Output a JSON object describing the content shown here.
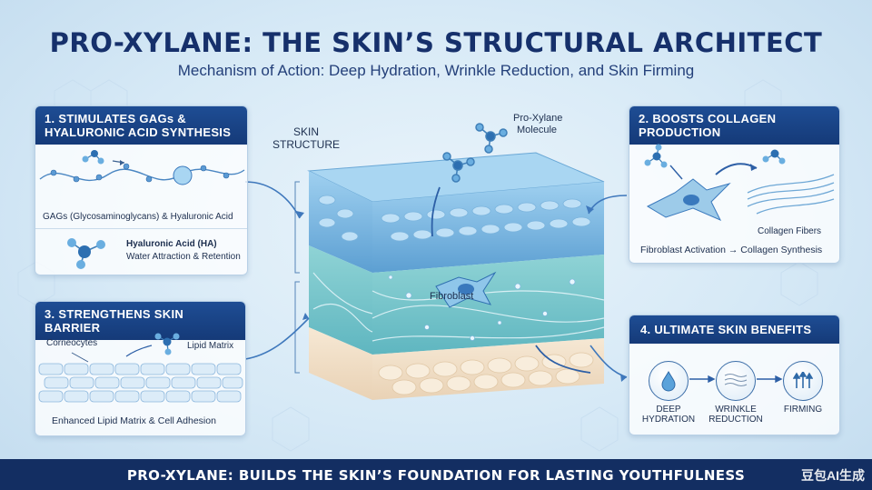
{
  "header": {
    "title": "PRO-XYLANE: THE SKIN’S STRUCTURAL ARCHITECT",
    "subtitle": "Mechanism of Action: Deep Hydration, Wrinkle Reduction, and Skin Firming"
  },
  "panel1": {
    "title_line1": "1. STIMULATES GAGs &",
    "title_line2": "HYALURONIC ACID SYNTHESIS",
    "gags_label": "GAGs (Glycosaminoglycans) & Hyaluronic Acid",
    "ha_title": "Hyaluronic Acid (HA)",
    "ha_caption": "Water Attraction & Retention"
  },
  "panel2": {
    "title_line1": "2. BOOSTS COLLAGEN",
    "title_line2": "PRODUCTION",
    "fibers_label": "Collagen Fibers",
    "caption": "Fibroblast Activation → Collagen Synthesis"
  },
  "panel3": {
    "title": "3. STRENGTHENS SKIN BARRIER",
    "corneocytes_label": "Corneocytes",
    "lipid_label": "Lipid Matrix",
    "caption": "Enhanced Lipid Matrix & Cell Adhesion"
  },
  "panel4": {
    "title": "4. ULTIMATE SKIN BENEFITS",
    "benefits": [
      {
        "line1": "DEEP",
        "line2": "HYDRATION"
      },
      {
        "line1": "WRINKLE",
        "line2": "REDUCTION"
      },
      {
        "line1": "FIRMING",
        "line2": ""
      }
    ]
  },
  "center": {
    "skin_line1": "SKIN",
    "skin_line2": "STRUCTURE",
    "molecule_line1": "Pro-Xylane",
    "molecule_line2": "Molecule",
    "fibroblast_label": "Fibroblast"
  },
  "footer": {
    "text": "PRO-XYLANE: BUILDS THE SKIN’S FOUNDATION FOR LASTING YOUTHFULNESS",
    "watermark": "豆包AI生成"
  },
  "colors": {
    "navy": "#16306b",
    "panel_header": "#1e4d94",
    "skin_blue": "#7fb9e0",
    "dermis_teal": "#7ec9c9",
    "subcutis": "#f1dfc8"
  },
  "icons": [
    "water-drop-icon",
    "wrinkle-texture-icon",
    "firming-arrows-icon",
    "molecule-icon",
    "fibroblast-icon"
  ]
}
